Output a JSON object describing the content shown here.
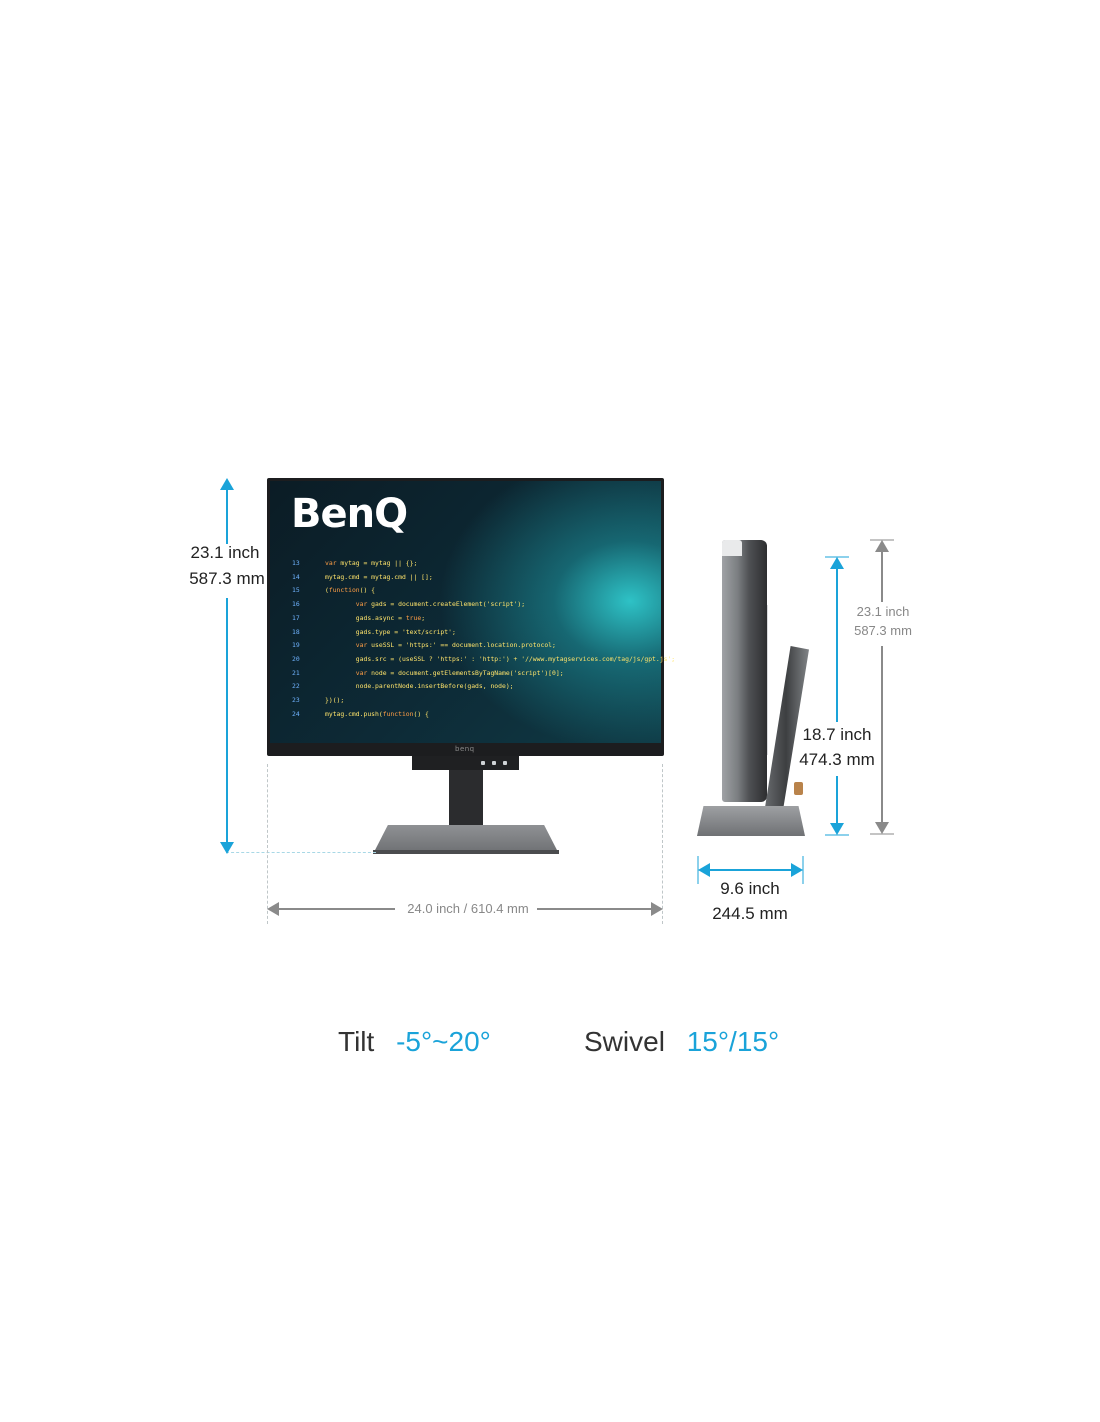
{
  "brand_logo": "BenQ",
  "screen_code": [
    {
      "n": "13",
      "parts": [
        {
          "t": "var",
          "c": "kw"
        },
        {
          "t": " mytag = mytag || {};",
          "c": "tx"
        }
      ]
    },
    {
      "n": "14",
      "parts": [
        {
          "t": "mytag.cmd = mytag.cmd || [];",
          "c": "tx"
        }
      ]
    },
    {
      "n": "15",
      "parts": [
        {
          "t": "(",
          "c": "tx"
        },
        {
          "t": "function",
          "c": "kw"
        },
        {
          "t": "() {",
          "c": "tx"
        }
      ]
    },
    {
      "n": "16",
      "parts": [
        {
          "t": "        ",
          "c": "tx"
        },
        {
          "t": "var",
          "c": "kw"
        },
        {
          "t": " gads = document.createElement('script');",
          "c": "tx"
        }
      ]
    },
    {
      "n": "17",
      "parts": [
        {
          "t": "        gads.async = ",
          "c": "tx"
        },
        {
          "t": "true",
          "c": "kw"
        },
        {
          "t": ";",
          "c": "tx"
        }
      ]
    },
    {
      "n": "18",
      "parts": [
        {
          "t": "        gads.type = 'text/script';",
          "c": "tx"
        }
      ]
    },
    {
      "n": "19",
      "parts": [
        {
          "t": "        ",
          "c": "tx"
        },
        {
          "t": "var",
          "c": "kw"
        },
        {
          "t": " useSSL = 'https:' == document.location.protocol;",
          "c": "tx"
        }
      ]
    },
    {
      "n": "20",
      "parts": [
        {
          "t": "        gads.src = (useSSL ? 'https:' : 'http:') + '//www.mytagservices.com/tag/js/gpt.js';",
          "c": "tx"
        }
      ]
    },
    {
      "n": "21",
      "parts": [
        {
          "t": "        ",
          "c": "tx"
        },
        {
          "t": "var",
          "c": "kw"
        },
        {
          "t": " node = document.getElementsByTagName('script')[0];",
          "c": "tx"
        }
      ]
    },
    {
      "n": "22",
      "parts": [
        {
          "t": "        node.parentNode.insertBefore(gads, node);",
          "c": "tx"
        }
      ]
    },
    {
      "n": "23",
      "parts": [
        {
          "t": "})();",
          "c": "tx"
        }
      ]
    },
    {
      "n": "24",
      "parts": [
        {
          "t": "mytag.cmd.push(",
          "c": "tx"
        },
        {
          "t": "function",
          "c": "kw"
        },
        {
          "t": "() {",
          "c": "tx"
        }
      ]
    }
  ],
  "chin_logo": "benq",
  "dimensions": {
    "front_height": {
      "inch": "23.1 inch",
      "mm": "587.3 mm"
    },
    "front_width": {
      "inch": "24.0 inch",
      "sep": "/",
      "mm": "610.4 mm"
    },
    "side_max_height": {
      "inch": "23.1 inch",
      "mm": "587.3 mm"
    },
    "side_min_height": {
      "inch": "18.7 inch",
      "mm": "474.3 mm"
    },
    "side_depth": {
      "inch": "9.6 inch",
      "mm": "244.5 mm"
    }
  },
  "ergonomics": {
    "tilt_label": "Tilt",
    "tilt_value": "-5°~20°",
    "swivel_label": "Swivel",
    "swivel_value": "15°/15°"
  },
  "colors": {
    "accent": "#1aa3d9",
    "gray_line": "#8a8a8a"
  }
}
